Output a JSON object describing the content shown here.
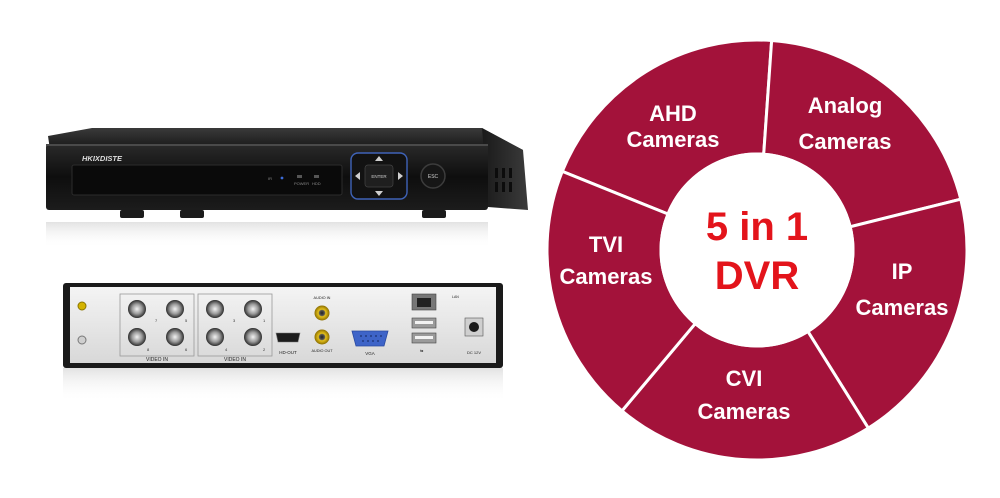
{
  "front_panel": {
    "brand": "HKIXDISTE",
    "ir_label": "IR",
    "power_label": "POWER",
    "hdd_label": "HDD",
    "enter_label": "ENTER",
    "esc_label": "ESC"
  },
  "rear_panel": {
    "video_in_label_1": "VIDEO IN",
    "video_in_label_2": "VIDEO IN",
    "hd_out_label": "HD-OUT",
    "audio_in_label": "AUDIO IN",
    "audio_out_label": "AUDIO OUT",
    "vga_label": "VGA",
    "lan_label": "LAN",
    "dc_label": "DC 12V",
    "bnc_numbers": [
      "7",
      "5",
      "8",
      "6",
      "3",
      "1",
      "4",
      "2"
    ]
  },
  "wheel": {
    "center_line1": "5 in 1",
    "center_line2": "DVR",
    "segments": [
      {
        "line1": "AHD",
        "line2": "Cameras"
      },
      {
        "line1": "Analog",
        "line2": "Cameras"
      },
      {
        "line1": "IP",
        "line2": "Cameras"
      },
      {
        "line1": "CVI",
        "line2": "Cameras"
      },
      {
        "line1": "TVI",
        "line2": "Cameras"
      }
    ],
    "colors": {
      "segment_fill": "#a3123a",
      "divider": "#ffffff",
      "center_fill": "#ffffff",
      "center_text": "#e3141b",
      "label_text": "#ffffff"
    }
  }
}
